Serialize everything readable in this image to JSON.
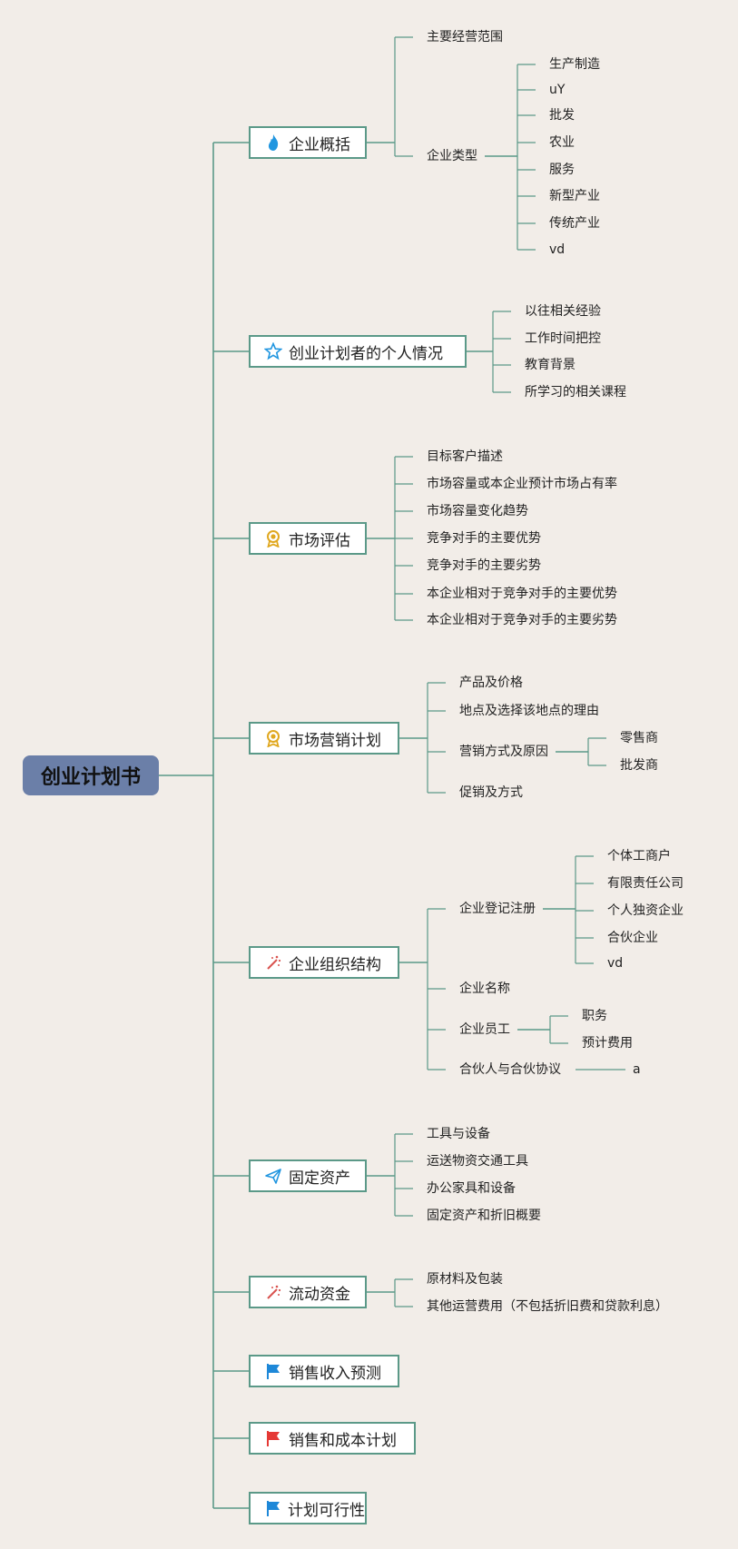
{
  "root": "创业计划书",
  "branches": [
    {
      "label": "企业概括",
      "icon": "fire-icon",
      "children": [
        {
          "label": "主要经营范围"
        },
        {
          "label": "企业类型",
          "children": [
            {
              "label": "生产制造"
            },
            {
              "label": "uY"
            },
            {
              "label": "批发"
            },
            {
              "label": "农业"
            },
            {
              "label": "服务"
            },
            {
              "label": "新型产业"
            },
            {
              "label": "传统产业"
            },
            {
              "label": "vd"
            }
          ]
        }
      ]
    },
    {
      "label": "创业计划者的个人情况",
      "icon": "star-icon",
      "children": [
        {
          "label": "以往相关经验"
        },
        {
          "label": "工作时间把控"
        },
        {
          "label": "教育背景"
        },
        {
          "label": "所学习的相关课程"
        }
      ]
    },
    {
      "label": "市场评估",
      "icon": "medal-icon",
      "children": [
        {
          "label": "目标客户描述"
        },
        {
          "label": "市场容量或本企业预计市场占有率"
        },
        {
          "label": "市场容量变化趋势"
        },
        {
          "label": "竞争对手的主要优势"
        },
        {
          "label": "竞争对手的主要劣势"
        },
        {
          "label": "本企业相对于竞争对手的主要优势"
        },
        {
          "label": "本企业相对于竞争对手的主要劣势"
        }
      ]
    },
    {
      "label": "市场营销计划",
      "icon": "medal-icon",
      "children": [
        {
          "label": "产品及价格"
        },
        {
          "label": "地点及选择该地点的理由"
        },
        {
          "label": "营销方式及原因",
          "children": [
            {
              "label": "零售商"
            },
            {
              "label": "批发商"
            }
          ]
        },
        {
          "label": "促销及方式"
        }
      ]
    },
    {
      "label": "企业组织结构",
      "icon": "sparkle-icon",
      "children": [
        {
          "label": "企业登记注册",
          "children": [
            {
              "label": "个体工商户"
            },
            {
              "label": "有限责任公司"
            },
            {
              "label": "个人独资企业"
            },
            {
              "label": "合伙企业"
            },
            {
              "label": "vd"
            }
          ]
        },
        {
          "label": "企业名称"
        },
        {
          "label": "企业员工",
          "children": [
            {
              "label": "职务"
            },
            {
              "label": "预计费用"
            }
          ]
        },
        {
          "label": "合伙人与合伙协议",
          "children": [
            {
              "label": "a"
            }
          ]
        }
      ]
    },
    {
      "label": "固定资产",
      "icon": "paper-plane-icon",
      "children": [
        {
          "label": "工具与设备"
        },
        {
          "label": "运送物资交通工具"
        },
        {
          "label": "办公家具和设备"
        },
        {
          "label": "固定资产和折旧概要"
        }
      ]
    },
    {
      "label": "流动资金",
      "icon": "sparkle-icon",
      "children": [
        {
          "label": "原材料及包装"
        },
        {
          "label": "其他运营费用（不包括折旧费和贷款利息）"
        }
      ]
    },
    {
      "label": "销售收入预测",
      "icon": "blue-flag-icon",
      "children": []
    },
    {
      "label": "销售和成本计划",
      "icon": "red-flag-icon",
      "children": []
    },
    {
      "label": "计划可行性",
      "icon": "blue-flag-icon",
      "children": []
    }
  ],
  "colors": {
    "line": "#5b9988",
    "root_bg": "#6b7fa8",
    "background": "#f2ede8"
  }
}
